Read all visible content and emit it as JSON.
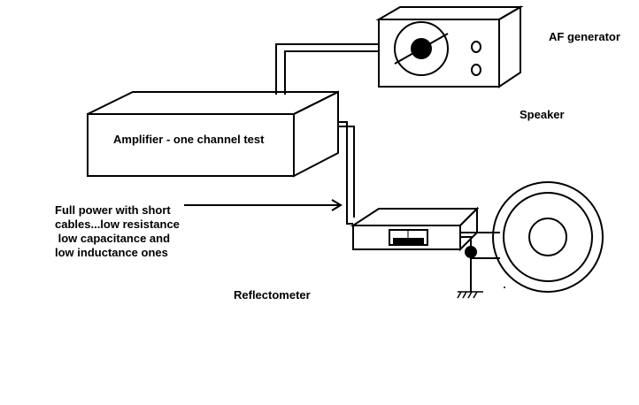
{
  "labels": {
    "af_generator": "AF generator",
    "speaker": "Speaker",
    "amplifier": "Amplifier - one channel test",
    "reflectometer": "Reflectometer",
    "note_lines": [
      "Full power with short",
      "cables...low resistance",
      " low capacitance and",
      "low inductance ones"
    ]
  },
  "colors": {
    "line": "#000000",
    "background": "#ffffff",
    "knob_fill": "#000000"
  }
}
